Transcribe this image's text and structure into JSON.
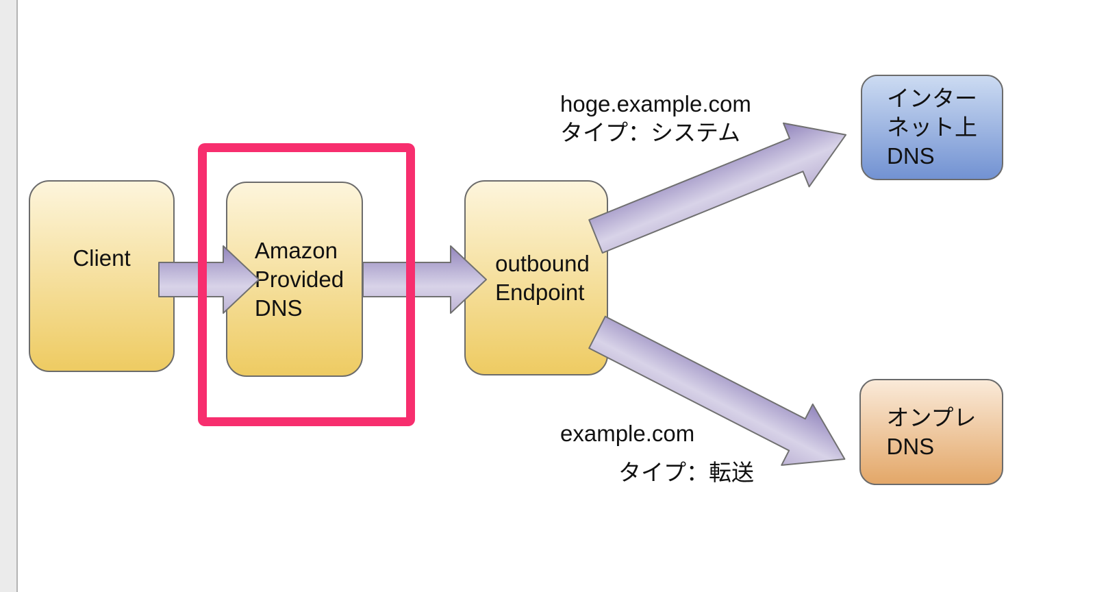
{
  "diagram": {
    "nodes": {
      "client": {
        "lines": [
          "Client"
        ]
      },
      "amazon_provided_dns": {
        "lines": [
          "Amazon",
          "Provided",
          "DNS"
        ]
      },
      "outbound_endpoint": {
        "lines": [
          "outbound",
          "Endpoint"
        ]
      },
      "internet_dns": {
        "lines": [
          "インター",
          "ネット上",
          "DNS"
        ]
      },
      "onprem_dns": {
        "lines": [
          "オンプレ",
          "DNS"
        ]
      }
    },
    "edge_labels": {
      "to_internet": {
        "line1": "hoge.example.com",
        "line2": "タイプ：システム"
      },
      "to_onprem": {
        "line1": "example.com",
        "line2": "タイプ：転送"
      }
    },
    "colors": {
      "highlight_pink": "#F72E6E",
      "node_yellow_top": "#FDF5DC",
      "node_yellow_bottom": "#EECB62",
      "node_blue_top": "#CCDBF2",
      "node_blue_bottom": "#7292D2",
      "node_orange_top": "#FAEAD9",
      "node_orange_bottom": "#E3A768",
      "arrow_dark": "#9184BC",
      "arrow_light": "#D8D3E8",
      "shape_border": "#6B6B6B",
      "rail_gray": "#EBEBEB"
    }
  }
}
